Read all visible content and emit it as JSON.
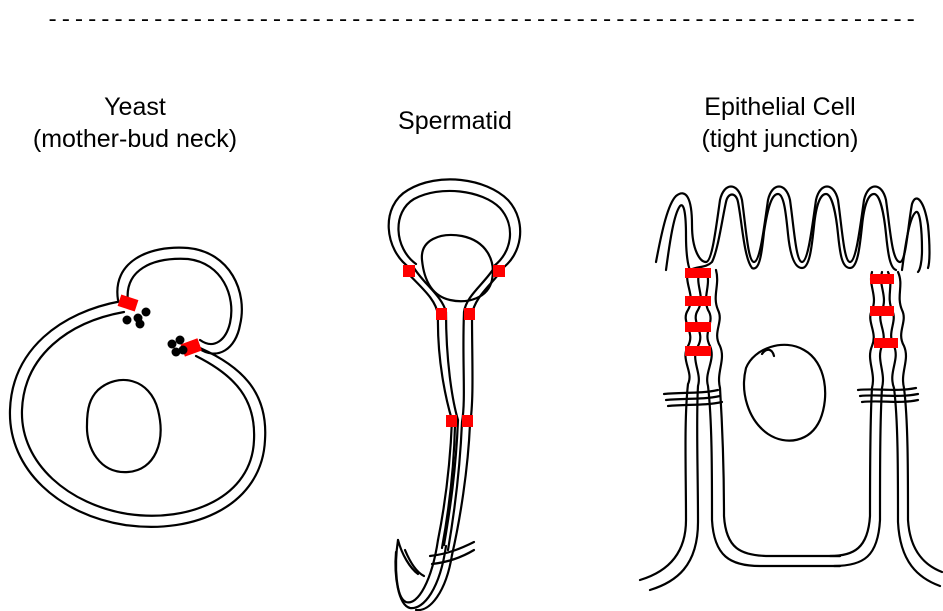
{
  "header": {
    "divider": "--------------------------------------------------------------------------"
  },
  "panels": {
    "yeast": {
      "title": "Yeast",
      "subtitle": "(mother-bud neck)"
    },
    "spermatid": {
      "title": "Spermatid"
    },
    "epithelial": {
      "title": "Epithelial Cell",
      "subtitle": "(tight junction)"
    }
  },
  "colors": {
    "junction": "#ff0000",
    "outline": "#000000",
    "background": "#ffffff"
  }
}
